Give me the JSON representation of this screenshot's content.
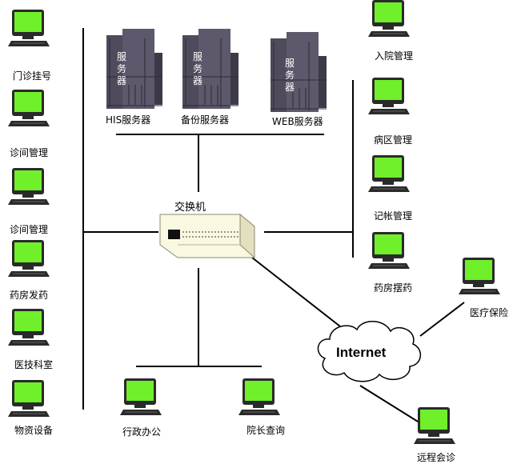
{
  "switch_label": "交换机",
  "internet_label": "Internet",
  "servers": [
    {
      "label": "HIS服务器",
      "body_text": "服务器"
    },
    {
      "label": "备份服务器",
      "body_text": "服务器"
    },
    {
      "label": "WEB服务器",
      "body_text": "服务器"
    }
  ],
  "left_column": [
    "门诊挂号",
    "诊间管理",
    "诊间管理",
    "药房发药",
    "医技科室",
    "物资设备"
  ],
  "right_column": [
    "入院管理",
    "病区管理",
    "记帐管理",
    "药房摆药"
  ],
  "bottom_row": [
    "行政办公",
    "院长查询"
  ],
  "remote": [
    "医疗保险",
    "远程会诊"
  ],
  "colors": {
    "screen": "#6ff02a",
    "monitor_frame": "#2a2a2a",
    "server": "#4f4a5c",
    "line": "#000000"
  }
}
